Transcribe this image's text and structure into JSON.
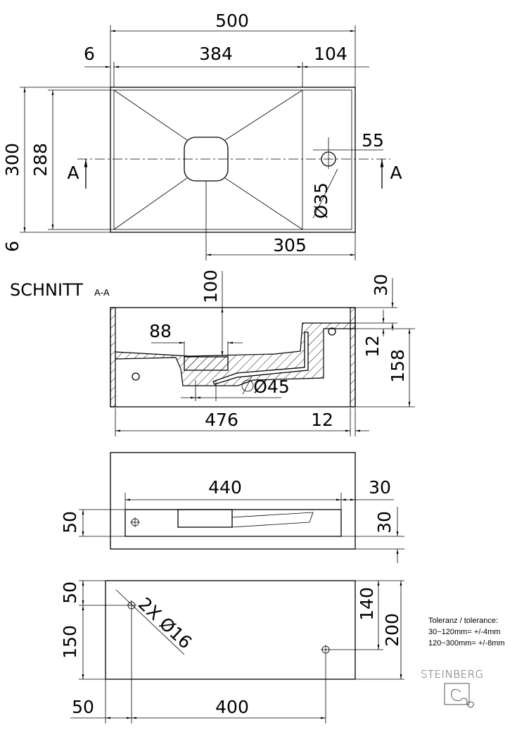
{
  "top_view": {
    "dims": {
      "overall_width": "500",
      "left_edge": "6",
      "basin_width": "384",
      "deck_width": "104",
      "overall_depth": "300",
      "inner_depth": "288",
      "bottom_edge": "6",
      "tap_offset": "55",
      "tap_hole": "Ø35",
      "drain_offset": "305"
    },
    "section_marker": "A"
  },
  "section": {
    "title": "SCHNITT",
    "subtitle": "A-A",
    "dims": {
      "drain_depth": "100",
      "drain_width": "88",
      "outlet": "Ø45",
      "inner_width": "476",
      "wall": "12",
      "rim": "30",
      "ledge": "12",
      "height": "158"
    }
  },
  "bottom_view": {
    "dims": {
      "slot_length": "440",
      "slot_right": "30",
      "slot_height": "30",
      "slot_offset": "50"
    }
  },
  "mounting_view": {
    "dims": {
      "top": "50",
      "hole_spacing_v": "150",
      "right_top": "140",
      "height": "200",
      "left": "50",
      "hole_spacing_h": "400",
      "holes": "2X Ø16"
    }
  },
  "tolerance": {
    "title": "Toleranz / tolerance:",
    "line1": "30~120mm= +/-4mm",
    "line2": "120~300mm= +/-8mm"
  },
  "brand": "STEINBERG"
}
